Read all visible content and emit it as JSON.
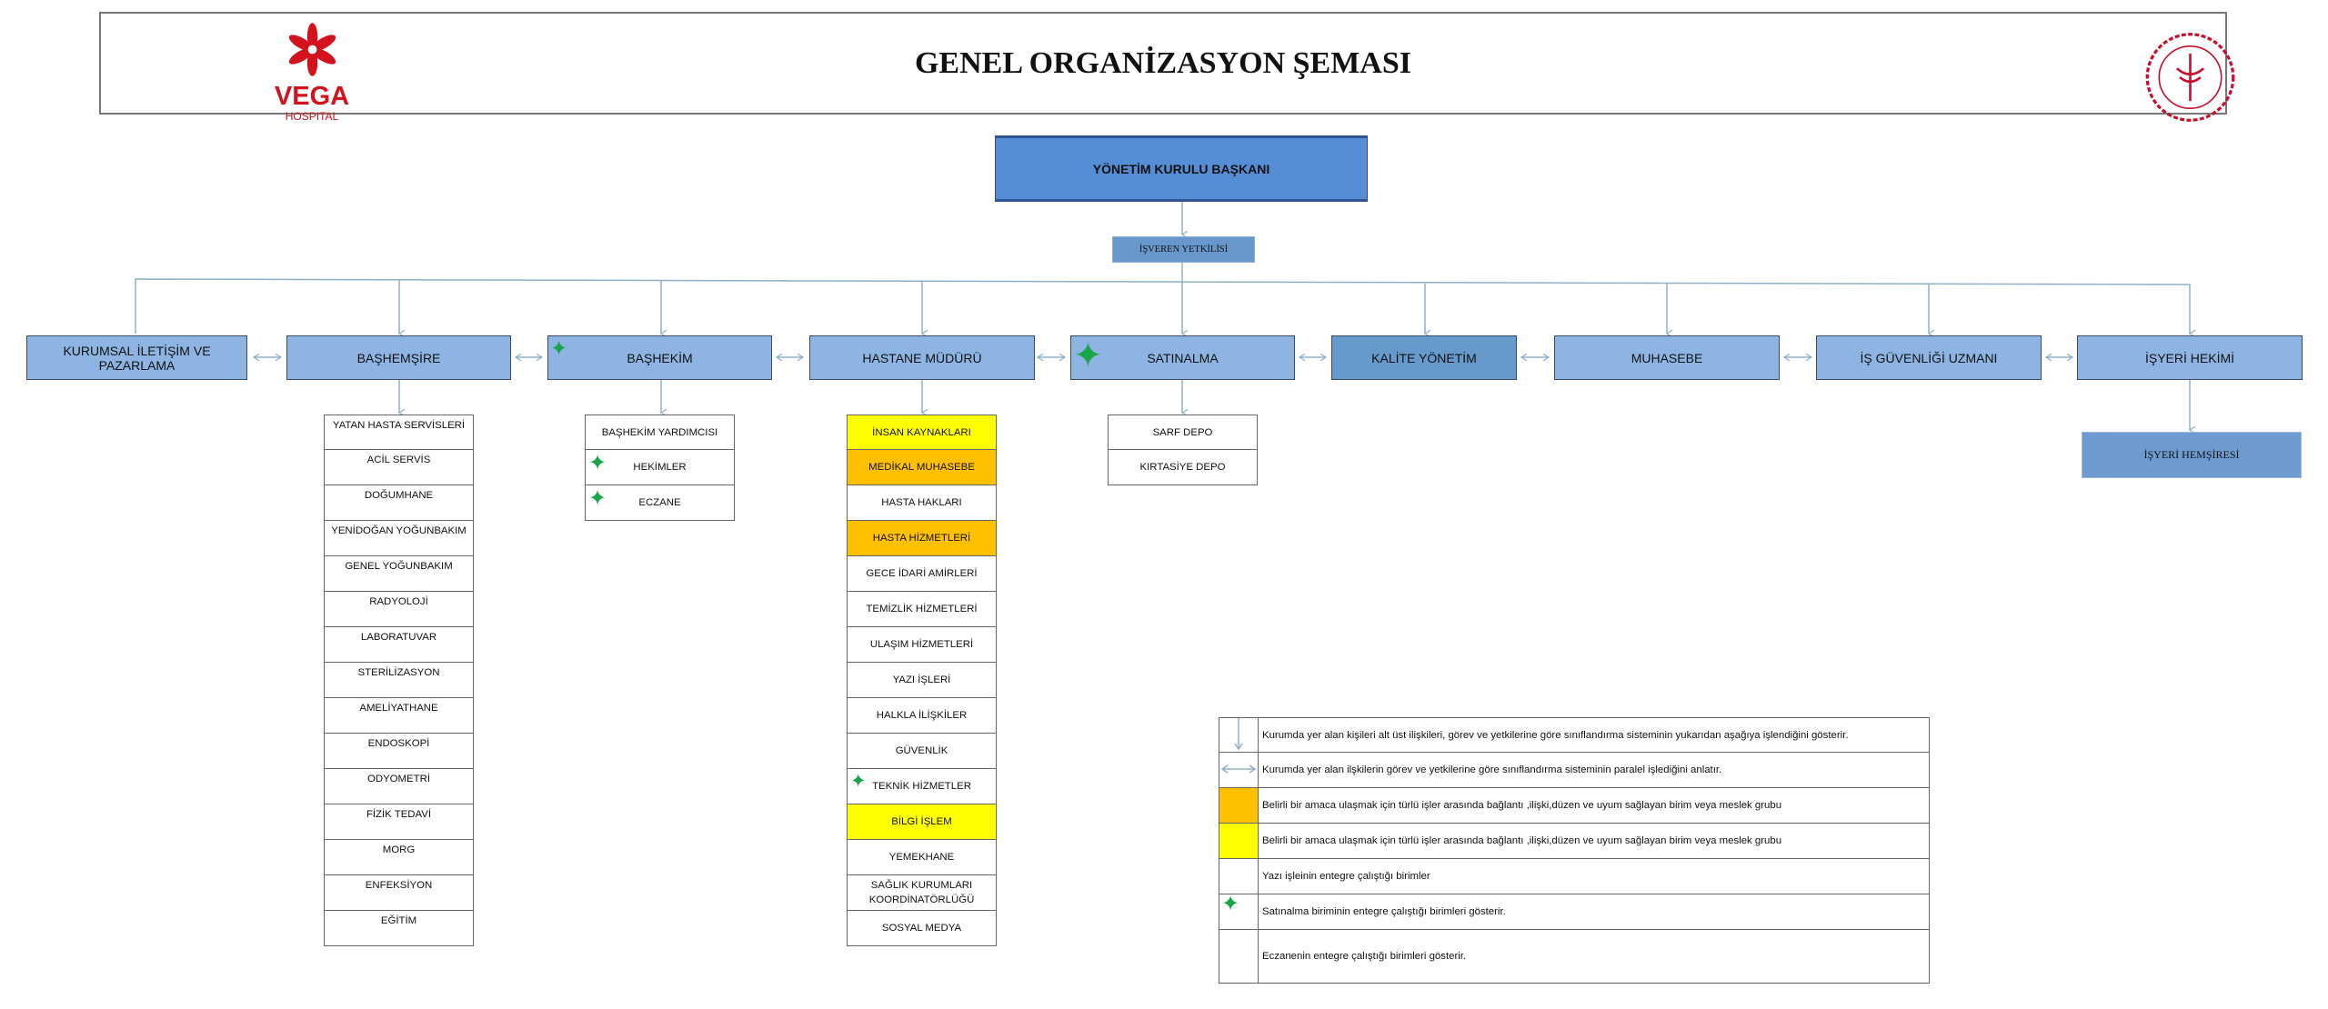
{
  "header": {
    "title": "GENEL ORGANİZASYON ŞEMASI",
    "logo": {
      "brand": "VEGA",
      "sub": "HOSPITAL"
    },
    "seal_icon": "ministry-of-health-seal"
  },
  "top": {
    "president": "YÖNETİM KURULU BAŞKANI",
    "employer": "İŞVEREN YETKİLİSİ"
  },
  "departments": [
    {
      "label": "KURUMSAL İLETİŞİM VE PAZARLAMA"
    },
    {
      "label": "BAŞHEMŞİRE"
    },
    {
      "label": "BAŞHEKİM",
      "star": true
    },
    {
      "label": "HASTANE MÜDÜRÜ"
    },
    {
      "label": "SATINALMA",
      "star": true
    },
    {
      "label": "KALİTE YÖNETİM"
    },
    {
      "label": "MUHASEBE"
    },
    {
      "label": "İŞ GÜVENLİĞİ UZMANI"
    },
    {
      "label": "İŞYERİ HEKİMİ"
    }
  ],
  "bashemsire_units": [
    "YATAN HASTA SERVİSLERİ",
    "ACİL SERVİS",
    "DOĞUMHANE",
    "YENİDOĞAN YOĞUNBAKIM",
    "GENEL YOĞUNBAKIM",
    "RADYOLOJİ",
    "LABORATUVAR",
    "STERİLİZASYON",
    "AMELİYATHANE",
    "ENDOSKOPİ",
    "ODYOMETRİ",
    "FİZİK TEDAVİ",
    "MORG",
    "ENFEKSİYON",
    "EĞİTİM"
  ],
  "bashekim_units": [
    "BAŞHEKİM YARDIMCISI",
    "HEKİMLER",
    "ECZANE"
  ],
  "mudur_units": [
    "İNSAN KAYNAKLARI",
    "MEDİKAL MUHASEBE",
    "HASTA HAKLARI",
    "HASTA HİZMETLERİ",
    "GECE İDARİ AMİRLERİ",
    "TEMİZLİK HİZMETLERİ",
    "ULAŞIM HİZMETLERİ",
    "YAZI İŞLERİ",
    "HALKLA İLİŞKİLER",
    "GÜVENLİK",
    "TEKNİK HİZMETLER",
    "BİLGİ İŞLEM",
    "YEMEKHANE",
    "SAĞLIK KURUMLARI KOORDİNATÖRLÜĞÜ",
    "SOSYAL MEDYA"
  ],
  "satinalma_units": [
    "SARF DEPO",
    "KIRTASİYE DEPO"
  ],
  "isyeri_hekimi_units": [
    "İŞYERİ HEMŞİRESİ"
  ],
  "legend": [
    "Kurumda yer alan kişileri alt üst ilişkileri, görev ve yetkilerine göre sınıflandırma sisteminin yukarıdan aşağıya işlendiğini gösterir.",
    "Kurumda yer alan ilşkilerin görev ve yetkilerine göre sınıflandırma sisteminin paralel işlediğini anlatır.",
    "Belirli bir amaca ulaşmak için türlü işler arasında bağlantı ,ilişki,düzen ve uyum sağlayan birim veya meslek grubu",
    "Belirli bir amaca ulaşmak için türlü işler arasında bağlantı ,ilişki,düzen ve uyum sağlayan birim veya meslek grubu",
    "Yazı işleinin entegre çalıştığı birimler",
    "Satınalma biriminin entegre çalıştığı birimleri gösterir.",
    "Eczanenin entegre çalıştığı birimleri gösterir."
  ],
  "colors": {
    "orange": "#ffc000",
    "yellow": "#ffff00",
    "dept": "#8eb4e3",
    "dept_dark": "#6699cc",
    "president": "#568ed6",
    "star": "#1aa54a",
    "line": "#8fb0c8"
  }
}
